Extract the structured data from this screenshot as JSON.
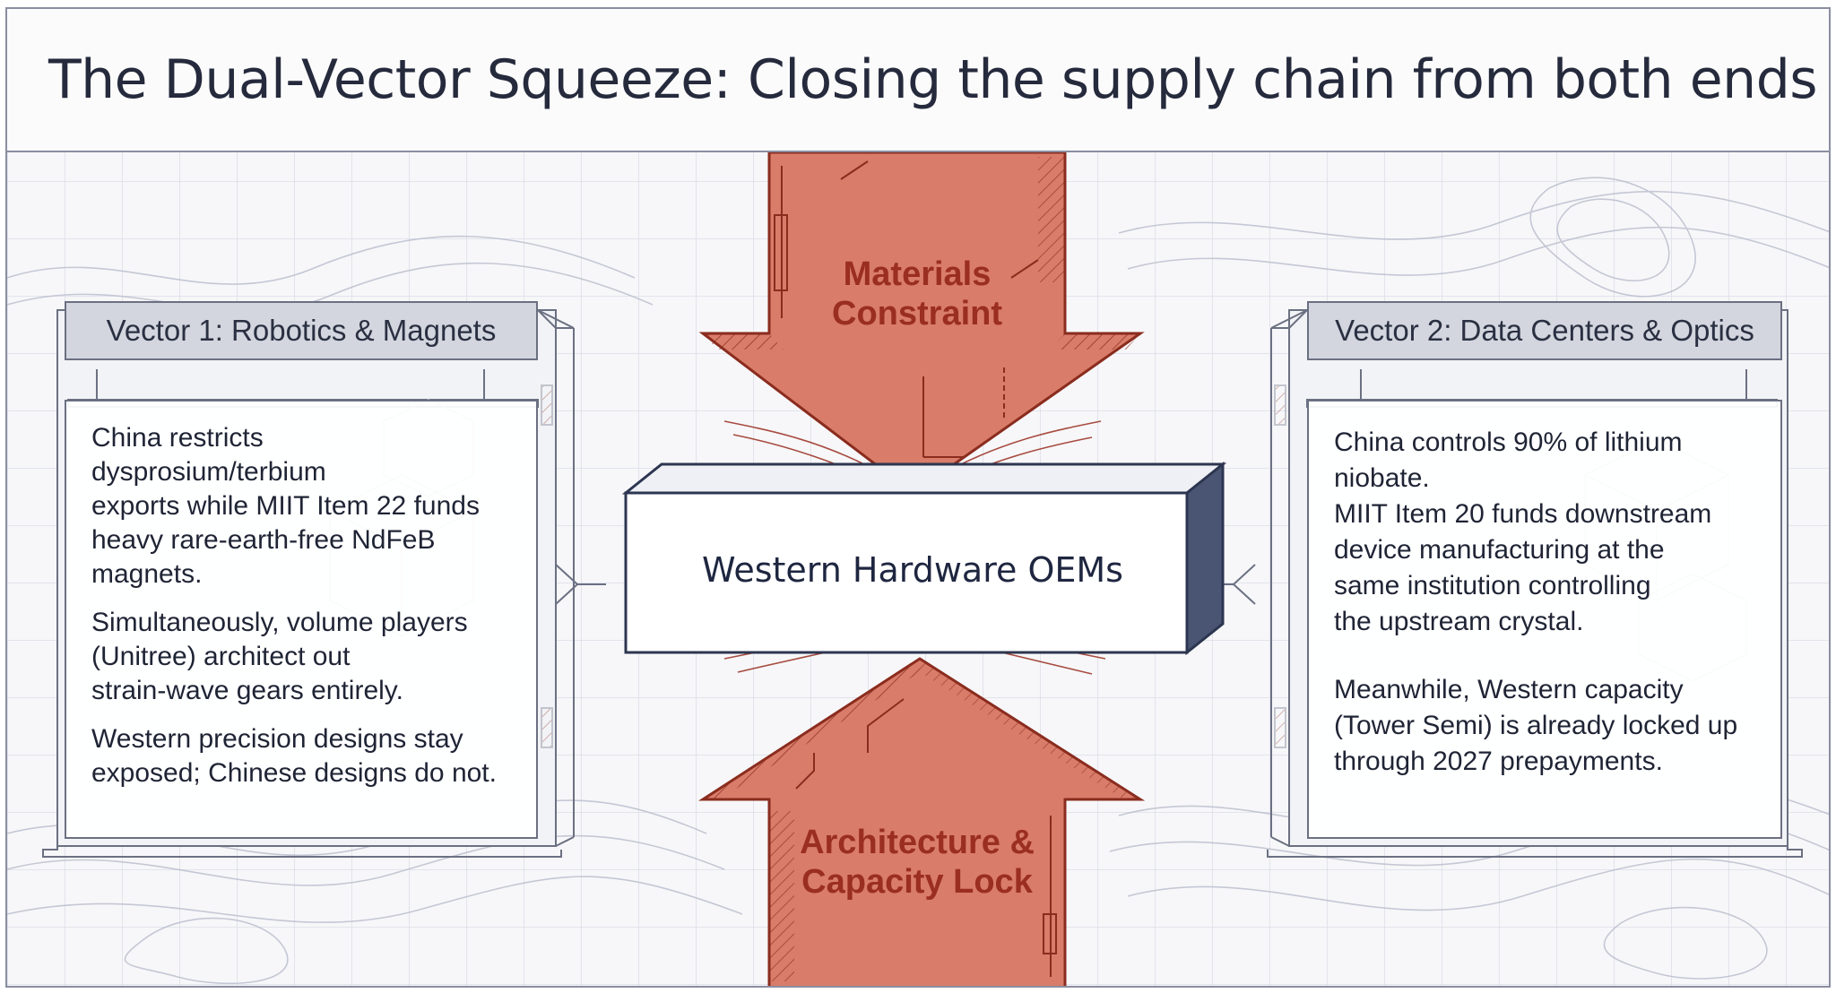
{
  "title": "The Dual-Vector Squeeze: Closing the supply chain from both ends",
  "colors": {
    "arrow_fill": "#d97c6a",
    "arrow_stroke": "#8a2c1e",
    "arrow_label": "#9a2e20",
    "panel_header": "#d3d6de",
    "grid": "#dcdee8"
  },
  "arrows": {
    "top": {
      "label_line1": "Materials",
      "label_line2": "Constraint"
    },
    "bottom": {
      "label_line1": "Architecture &",
      "label_line2": "Capacity Lock"
    }
  },
  "center_box": {
    "label": "Western Hardware OEMs"
  },
  "vector1": {
    "header": "Vector 1: Robotics & Magnets",
    "paragraphs": [
      [
        "China restricts",
        "dysprosium/terbium",
        "exports while MIIT Item 22 funds",
        "heavy rare-earth-free NdFeB",
        "magnets."
      ],
      [
        "Simultaneously, volume players",
        "(Unitree) architect out",
        "strain-wave gears entirely."
      ],
      [
        "Western precision designs stay",
        "exposed; Chinese designs do not."
      ]
    ]
  },
  "vector2": {
    "header": "Vector 2: Data Centers & Optics",
    "paragraphs": [
      [
        "China controls 90% of lithium",
        "niobate.",
        "MIIT Item 20 funds downstream",
        "device manufacturing at the",
        "same institution controlling",
        "the upstream crystal."
      ],
      [
        "Meanwhile, Western capacity",
        "(Tower Semi) is already locked up",
        "through 2027 prepayments."
      ]
    ]
  }
}
